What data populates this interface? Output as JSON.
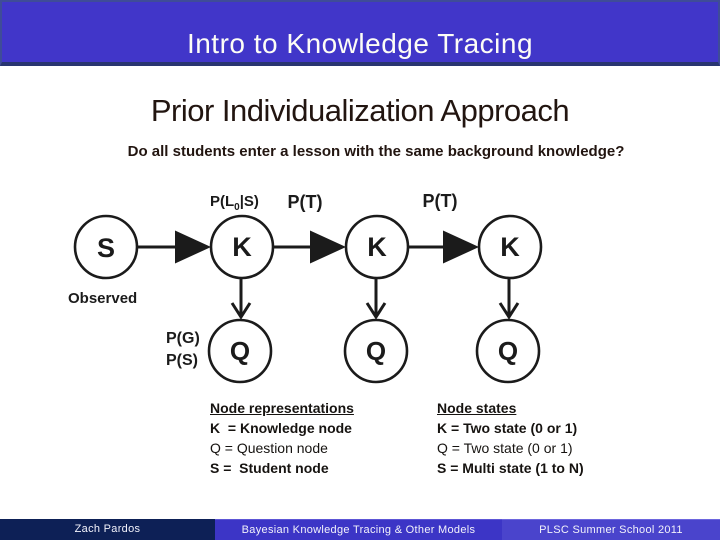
{
  "banner": {
    "title": "Intro to Knowledge Tracing"
  },
  "slide": {
    "title": "Prior Individualization Approach",
    "subtitle": "Do all students enter a lesson with the same background knowledge?"
  },
  "diagram": {
    "observed_label": "Observed",
    "prior_label": {
      "pre": "P(L",
      "sub": "0",
      "post": "|S)"
    },
    "transition_label_1": "P(T)",
    "transition_label_2": "P(T)",
    "guess_label": "P(G)",
    "slip_label": "P(S)",
    "nodes": {
      "student": "S",
      "k1": "K",
      "k2": "K",
      "k3": "K",
      "q1": "Q",
      "q2": "Q",
      "q3": "Q"
    }
  },
  "legend": {
    "representations": {
      "heading": "Node representations",
      "k": "K  = Knowledge node",
      "q": "Q = Question node",
      "s": "S =  Student node"
    },
    "states": {
      "heading": "Node states",
      "k": "K = Two state (0 or 1)",
      "q": "Q = Two state (0 or 1)",
      "s": "S = Multi state (1 to N)"
    }
  },
  "footer": {
    "author": "Zach Pardos",
    "course": "Bayesian Knowledge Tracing & Other Models",
    "event": "PLSC Summer School 2011"
  },
  "colors": {
    "banner_fill": "#4136c9",
    "banner_border": "#3f4c98",
    "banner_border_bottom": "#283570",
    "diagram_ink": "#1b1b1b",
    "heading_text": "#221510",
    "footer_author_bg": "#0d2056",
    "footer_course_bg": "#3c35c6",
    "footer_event_bg": "#4a44cc"
  }
}
